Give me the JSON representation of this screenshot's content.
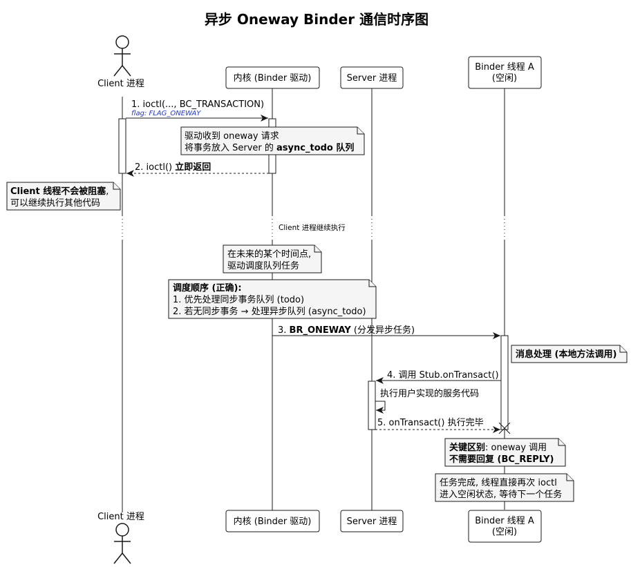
{
  "diagram": {
    "title": "异步 Oneway Binder 通信时序图",
    "participants": {
      "client": "Client 进程",
      "kernel": "内核 (Binder 驱动)",
      "server": "Server 进程",
      "thread_line1": "Binder 线程 A",
      "thread_line2": "(空闲)"
    },
    "messages": {
      "m1": "1. ioctl(..., BC_TRANSACTION)",
      "m1_flag": "flag: FLAG_ONEWAY",
      "m2_prefix": "2. ioctl() ",
      "m2_bold": "立即返回",
      "m3_prefix": "3. ",
      "m3_bold": "BR_ONEWAY",
      "m3_suffix": " (分发异步任务)",
      "m4": "4. 调用 Stub.onTransact()",
      "self_call": "执行用户实现的服务代码",
      "m5": "5. onTransact() 执行完毕"
    },
    "notes": {
      "n1_line1": "驱动收到 oneway 请求",
      "n1_line2_prefix": "将事务放入 Server 的 ",
      "n1_line2_bold": "async_todo 队列",
      "n2_bold": "Client 线程不会被阻塞",
      "n2_suffix": ",",
      "n2_line2": "可以继续执行其他代码",
      "divider": "Client 进程继续执行",
      "n3_line1": "在未来的某个时间点,",
      "n3_line2": "驱动调度队列任务",
      "n4_title": "调度顺序 (正确):",
      "n4_line1": "1. 优先处理同步事务队列 (todo)",
      "n4_line2": "2. 若无同步事务 → 处理异步队列 (async_todo)",
      "n5": "消息处理 (本地方法调用)",
      "n6_bold": "关键区别",
      "n6_suffix": ": oneway 调用",
      "n6_line2": "不需要回复 (BC_REPLY)",
      "n7_line1": "任务完成, 线程直接再次 ioctl",
      "n7_line2": "进入空闲状态, 等待下一个任务"
    }
  }
}
